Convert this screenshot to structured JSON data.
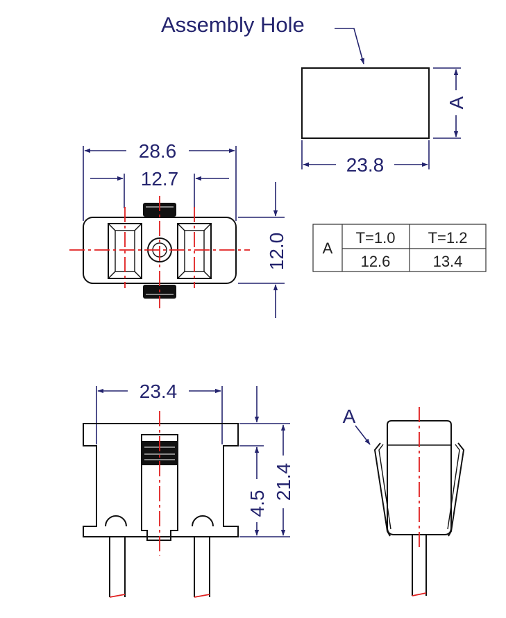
{
  "labels": {
    "assembly_hole": "Assembly Hole",
    "hole_width": "23.8",
    "hole_height": "A",
    "top_width": "28.6",
    "top_pitch": "12.7",
    "top_height": "12.0",
    "front_width": "23.4",
    "front_height": "21.4",
    "front_step": "4.5",
    "side_callout": "A"
  },
  "table": {
    "row_header": "A",
    "columns": [
      "T=1.0",
      "T=1.2"
    ],
    "values": [
      "12.6",
      "13.4"
    ]
  },
  "colors": {
    "dimension": "#24246e",
    "centerline": "#e02020",
    "outline": "#111111"
  }
}
